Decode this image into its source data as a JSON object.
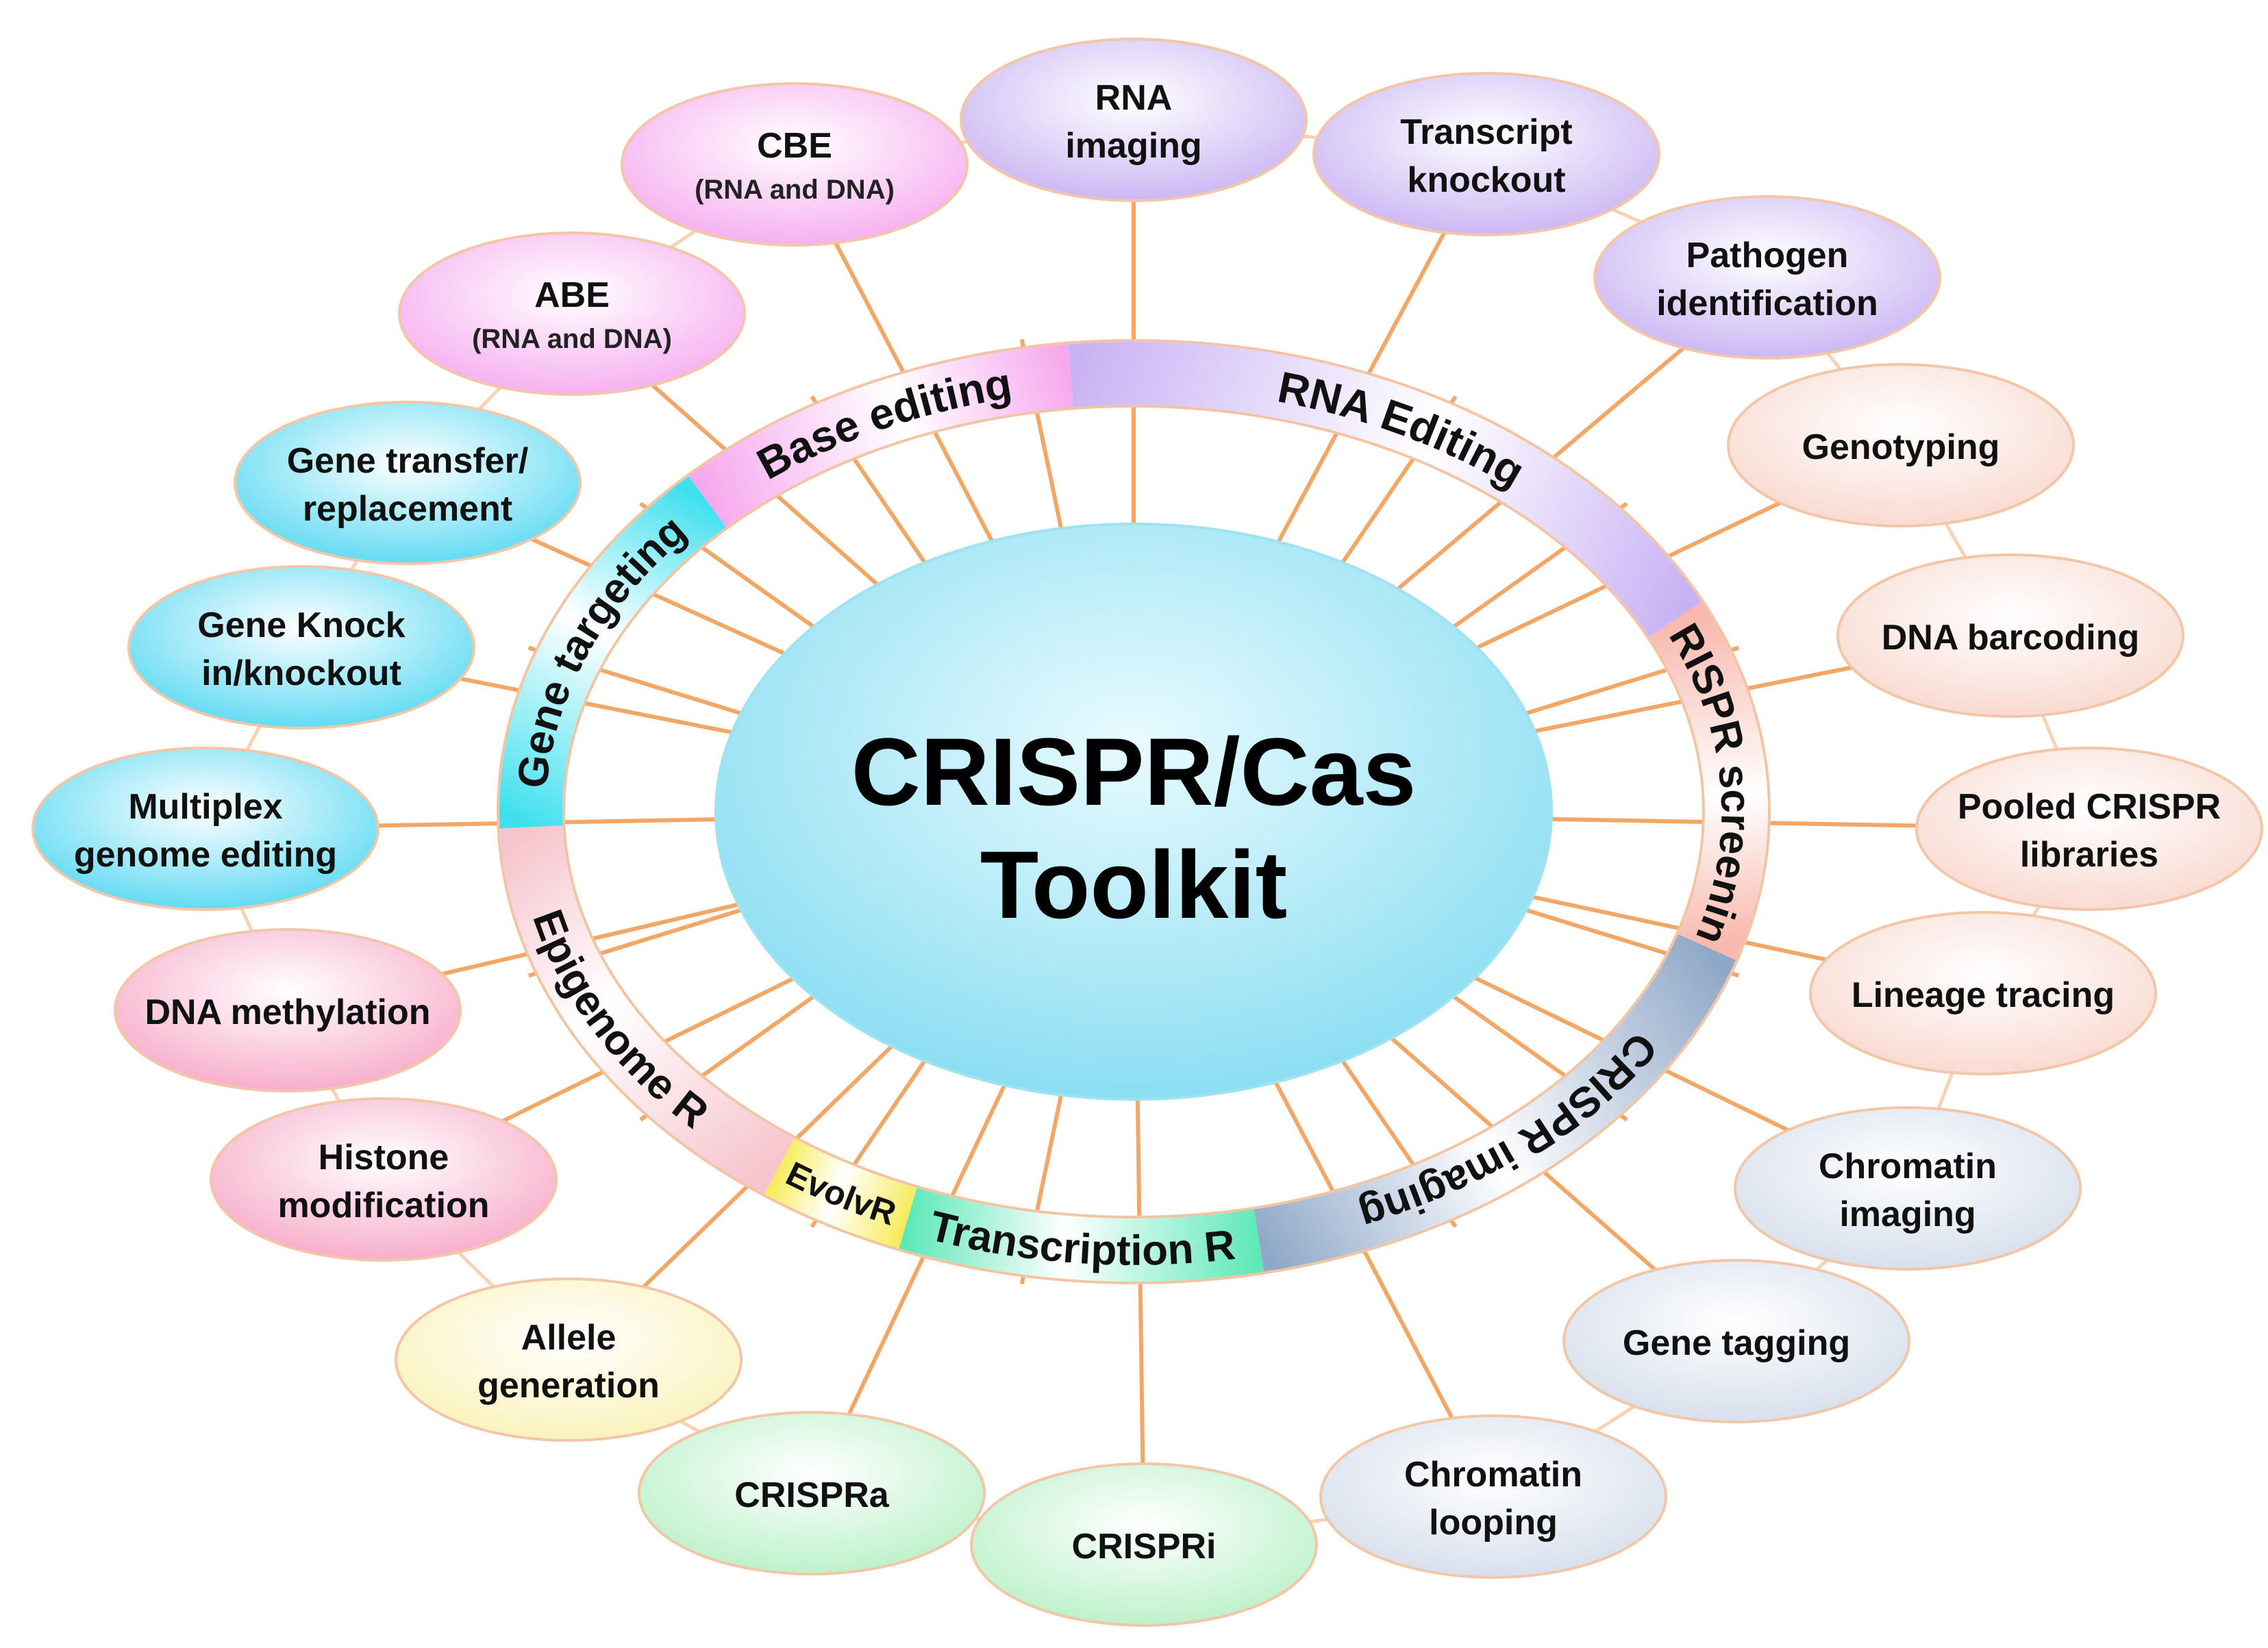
{
  "center": {
    "lines": [
      "CRISPR/Cas",
      "Toolkit"
    ],
    "color_top": "#e8fbff",
    "color_bottom": "#7fdaf0"
  },
  "line_color": "#f2a766",
  "ring_segments": [
    {
      "id": "base-editing",
      "label": "Base editing",
      "color": "#f6a8ee"
    },
    {
      "id": "rna-editing",
      "label": "RNA Editing",
      "color": "#c9b2f4"
    },
    {
      "id": "crispr-screening",
      "label": "CRISPR screening",
      "color": "#f8b8ac"
    },
    {
      "id": "crispr-imaging",
      "label": "CRISPR imaging",
      "color": "#8fa8c8"
    },
    {
      "id": "transcription-r",
      "label": "Transcription R",
      "color": "#5ee8b8"
    },
    {
      "id": "evolvr",
      "label": "EvolvR",
      "color": "#f6ec5a"
    },
    {
      "id": "epigenome-r",
      "label": "Epigenome R",
      "color": "#f6c4cc"
    },
    {
      "id": "gene-targeting",
      "label": "Gene targeting",
      "color": "#3fe0ee"
    }
  ],
  "nodes": [
    {
      "id": "cbe",
      "lines": [
        "CBE"
      ],
      "sub": "(RNA and DNA)",
      "color": "#f5a6ee"
    },
    {
      "id": "rna-imaging",
      "lines": [
        "RNA",
        "imaging"
      ],
      "color": "#c5aff2"
    },
    {
      "id": "transcript-knockout",
      "lines": [
        "Transcript",
        "knockout"
      ],
      "color": "#c5aff2"
    },
    {
      "id": "pathogen-identification",
      "lines": [
        "Pathogen",
        "identification"
      ],
      "color": "#c5aff2"
    },
    {
      "id": "genotyping",
      "lines": [
        "Genotyping"
      ],
      "color": "#f8d6cc"
    },
    {
      "id": "dna-barcoding",
      "lines": [
        "DNA barcoding"
      ],
      "color": "#f8d6cc"
    },
    {
      "id": "pooled-crispr-libraries",
      "lines": [
        "Pooled CRISPR",
        "libraries"
      ],
      "color": "#f8d6cc"
    },
    {
      "id": "lineage-tracing",
      "lines": [
        "Lineage tracing"
      ],
      "color": "#f8d6cc"
    },
    {
      "id": "chromatin-imaging",
      "lines": [
        "Chromatin",
        "imaging"
      ],
      "color": "#d2dcea"
    },
    {
      "id": "gene-tagging",
      "lines": [
        "Gene tagging"
      ],
      "color": "#d2dcea"
    },
    {
      "id": "chromatin-looping",
      "lines": [
        "Chromatin",
        "looping"
      ],
      "color": "#d2dcea"
    },
    {
      "id": "crispri",
      "lines": [
        "CRISPRi"
      ],
      "color": "#b4f0c4"
    },
    {
      "id": "crispra",
      "lines": [
        "CRISPRa"
      ],
      "color": "#b4f0c4"
    },
    {
      "id": "allele-generation",
      "lines": [
        "Allele",
        "generation"
      ],
      "color": "#f9f1b4"
    },
    {
      "id": "histone-modification",
      "lines": [
        "Histone",
        "modification"
      ],
      "color": "#f6a4c4"
    },
    {
      "id": "dna-methylation",
      "lines": [
        "DNA methylation"
      ],
      "color": "#f6a4c4"
    },
    {
      "id": "multiplex-genome-editing",
      "lines": [
        "Multiplex",
        "genome editing"
      ],
      "color": "#4fd6f2"
    },
    {
      "id": "gene-knock-in-knockout",
      "lines": [
        "Gene Knock",
        "in/knockout"
      ],
      "color": "#4fd6f2"
    },
    {
      "id": "gene-transfer-replacement",
      "lines": [
        "Gene transfer/",
        "replacement"
      ],
      "color": "#4fd6f2"
    },
    {
      "id": "abe",
      "lines": [
        "ABE"
      ],
      "sub": "(RNA and DNA)",
      "color": "#f5a6ee"
    }
  ]
}
